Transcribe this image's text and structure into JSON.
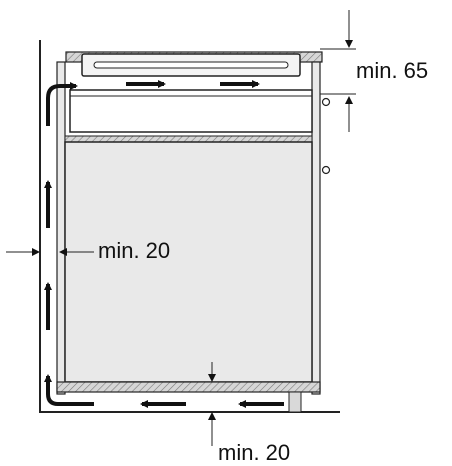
{
  "labels": {
    "top_gap": "min. 65",
    "wall_gap": "min. 20",
    "floor_gap": "min. 20"
  },
  "colors": {
    "line": "#222222",
    "hatch_fill": "#bdbdbd",
    "cabinet_fill": "#e9e9e9",
    "arrow": "#111111"
  }
}
